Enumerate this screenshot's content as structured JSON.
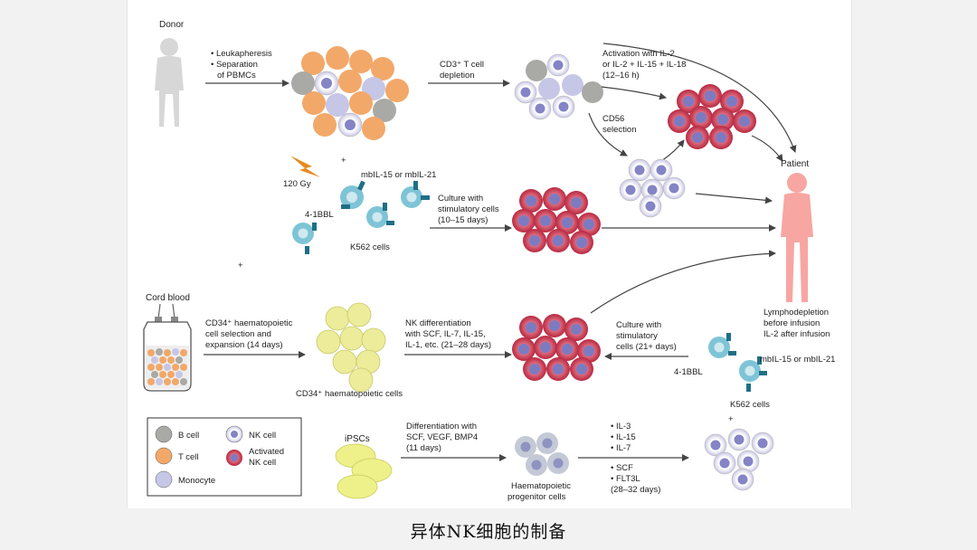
{
  "caption": "异体NK细胞的制备",
  "colors": {
    "b_cell": "#a9a9a6",
    "t_cell": "#f2a869",
    "monocyte": "#c6c6e6",
    "nk_cell_ring": "#cfcde6",
    "nk_nucleus": "#8484c6",
    "activated_nk": "#cc3d55",
    "cd34_cell": "#ecec9a",
    "ipsc": "#eef08a",
    "progenitor": "#c4c9d6",
    "k562": "#7ec4d6",
    "human_donor": "#d7d7d7",
    "human_patient": "#f7a6a2",
    "lightning": "#e88a1e"
  },
  "labels": {
    "donor": "Donor",
    "leuka_1": "• Leukapheresis",
    "leuka_2": "• Separation",
    "leuka_3": "of PBMCs",
    "cd3_1": "CD3⁺ T cell",
    "cd3_2": "depletion",
    "act_1": "Activation with IL-2",
    "act_2": "or IL-2 + IL-15 + IL-18",
    "act_3": "(12–16 h)",
    "cd56_1": "CD56",
    "cd56_2": "selection",
    "patient": "Patient",
    "gy": "120 Gy",
    "mbil_1": "mbIL-15 or mbIL-21",
    "bbl_1": "4-1BBL",
    "k562_1": "K562 cells",
    "cult1_1": "Culture with",
    "cult1_2": "stimulatory cells",
    "cult1_3": "(10–15 days)",
    "cord": "Cord blood",
    "cd34sel_1": "CD34⁺ haematopoietic",
    "cd34sel_2": "cell selection and",
    "cd34sel_3": "expansion (14 days)",
    "cd34cells": "CD34⁺ haematopoietic cells",
    "nkdiff_1": "NK differentiation",
    "nkdiff_2": "with SCF, IL-7, IL-15,",
    "nkdiff_3": "IL-1, etc. (21–28 days)",
    "cult2_1": "Culture with",
    "cult2_2": "stimulatory",
    "cult2_3": "cells  (21+ days)",
    "lympho_1": "Lymphodepletion",
    "lympho_2": "before infusion",
    "lympho_3": "IL-2 after infusion",
    "bbl_2": "4-1BBL",
    "mbil_2": "mbIL-15 or mbIL-21",
    "k562_2": "K562 cells",
    "ipsc": "iPSCs",
    "ipscdiff_1": "Differentiation with",
    "ipscdiff_2": "SCF, VEGF, BMP4",
    "ipscdiff_3": "(11 days)",
    "hpc_1": "Haematopoietic",
    "hpc_2": "progenitor cells",
    "il_1": "• IL-3",
    "il_2": "• IL-15",
    "il_3": "• IL-7",
    "il_4": "• SCF",
    "il_5": "• FLT3L",
    "il_6": "(28–32 days)",
    "plus": "+"
  },
  "legend": {
    "b_cell": "B cell",
    "t_cell": "T cell",
    "monocyte": "Monocyte",
    "nk_cell": "NK cell",
    "activated_1": "Activated",
    "activated_2": "NK cell"
  }
}
